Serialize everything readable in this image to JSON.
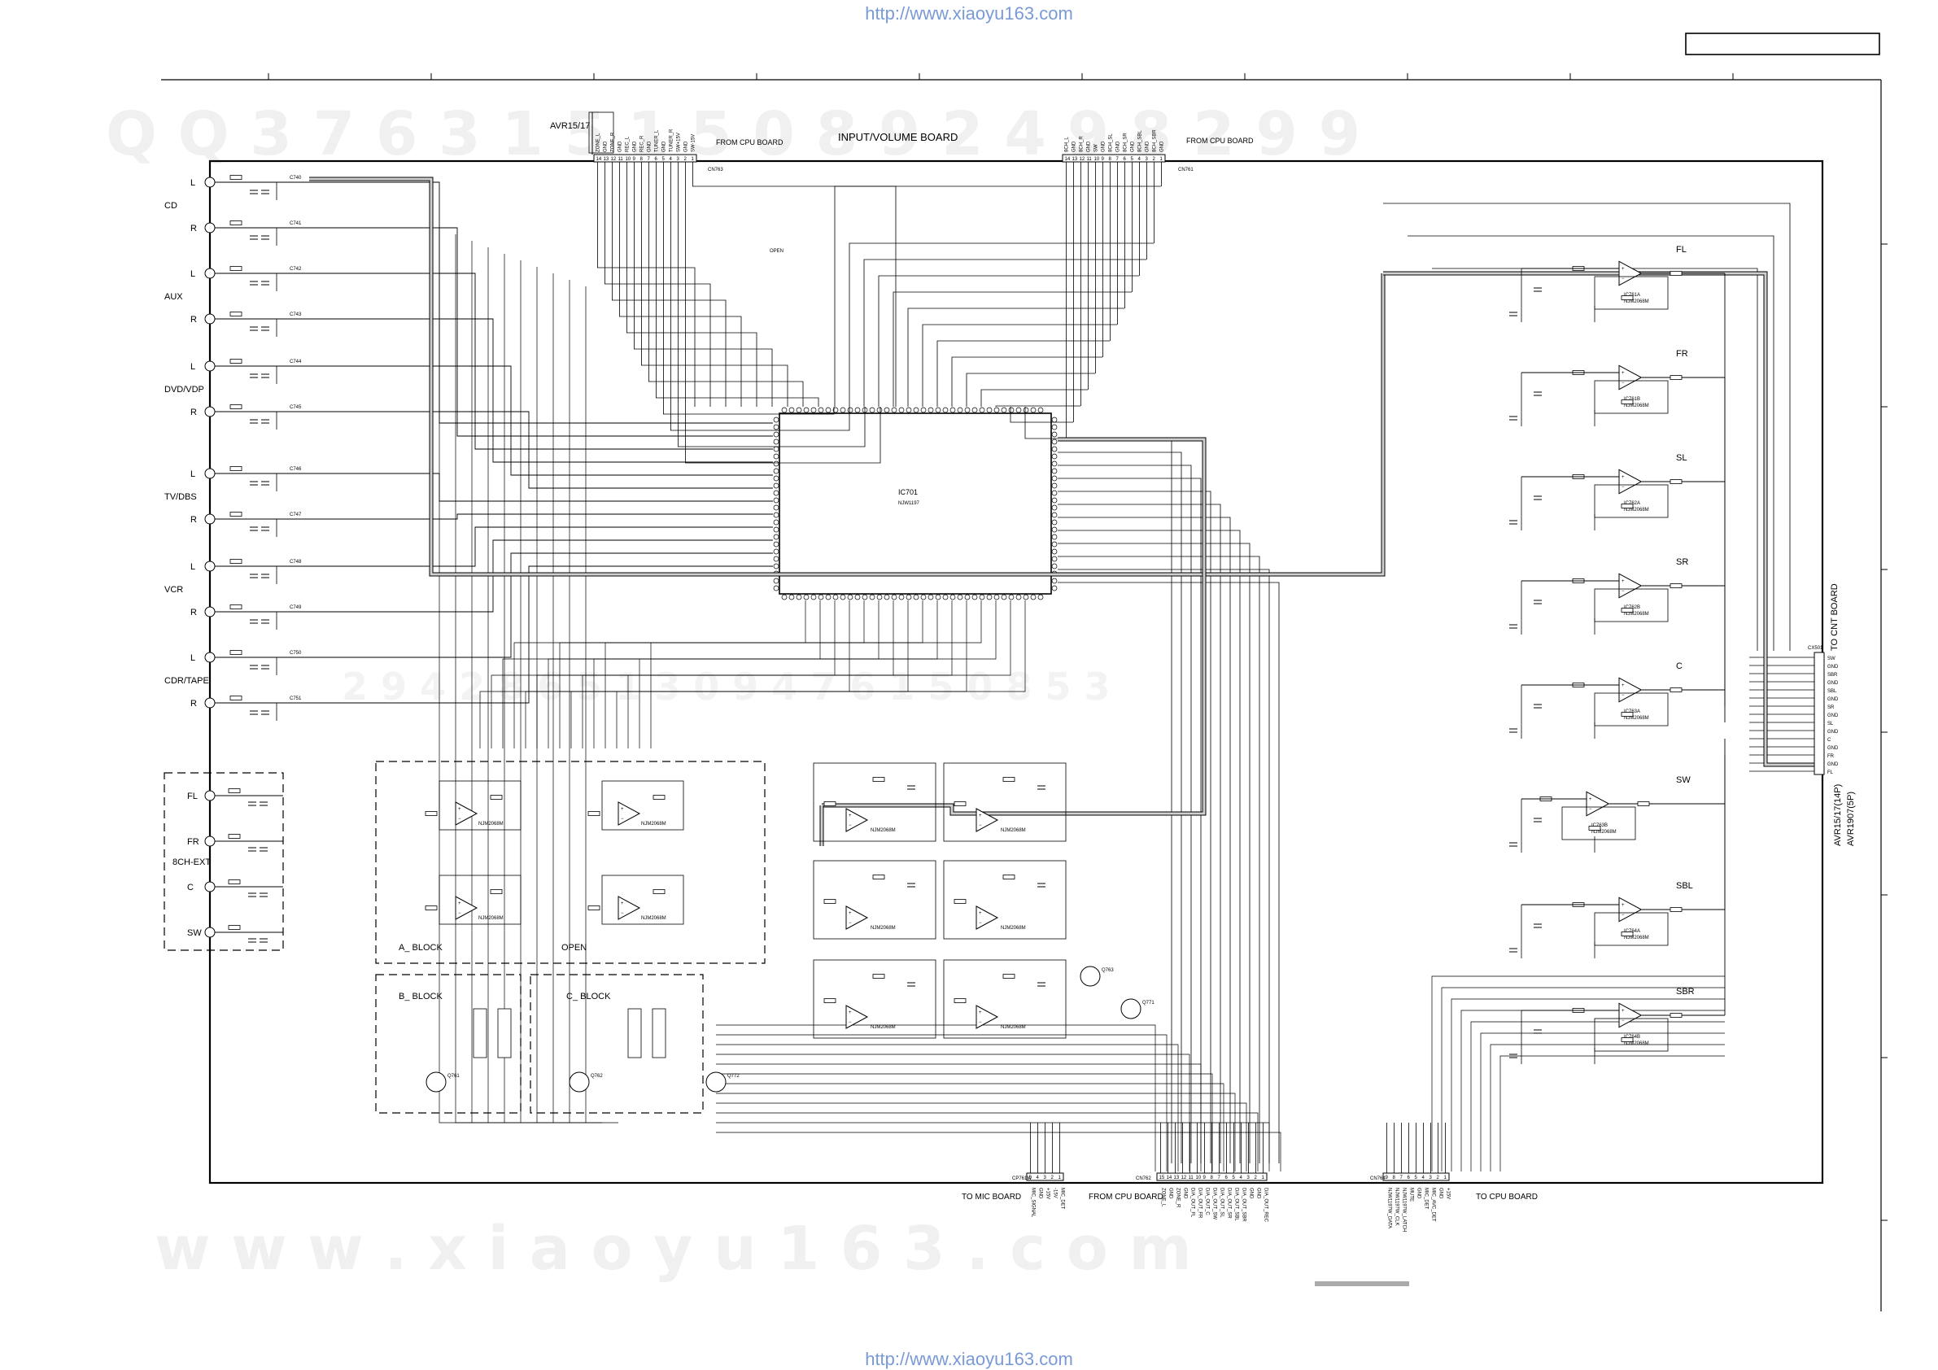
{
  "watermark": {
    "url": "http://www.xiaoyu163.com",
    "top_digits": "Q Q 3 7 6 3 1 5 1 5 0 8 9 2 4 9 8 2 9 9",
    "mid_digits": "2 9 4 2 8 6 5 1 3 0 9 4 7 6 1 5 0 8 5 3",
    "bottom_text": "w w w . x i a o y u 1 6 3 . c o m"
  },
  "board": {
    "title": "INPUT/VOLUME BOARD",
    "model_label": "AVR15/17",
    "from_cpu_board": "FROM CPU BOARD",
    "to_mic_board": "TO MIC BOARD",
    "to_cpu_board": "TO CPU BOARD",
    "to_cnt_board": "TO CNT BOARD",
    "cnt_models": [
      "AVR15/17(14P)",
      "AVR1907(5P)"
    ],
    "connectors": {
      "cn_top_left": "CN763",
      "cn_top_right": "CN761",
      "cn_mic": "CP761W",
      "cn_cpu_a": "CN762",
      "cn_cpu_b": "CN764",
      "cn_cnt": "CX501"
    }
  },
  "ic": {
    "name": "IC701",
    "part": "NJW1197"
  },
  "inputs": [
    {
      "name": "CD",
      "channels": [
        "L",
        "R"
      ]
    },
    {
      "name": "AUX",
      "channels": [
        "L",
        "R"
      ]
    },
    {
      "name": "DVD/VDP",
      "channels": [
        "L",
        "R"
      ]
    },
    {
      "name": "TV/DBS",
      "channels": [
        "L",
        "R"
      ]
    },
    {
      "name": "VCR",
      "channels": [
        "L",
        "R"
      ]
    },
    {
      "name": "CDR/TAPE",
      "channels": [
        "L",
        "R"
      ]
    }
  ],
  "ext_block": {
    "label": "8CH-EXT",
    "channels": [
      "FL",
      "FR",
      "C",
      "SW"
    ]
  },
  "blocks": {
    "a": "A_ BLOCK",
    "b": "B_ BLOCK",
    "c": "C_ BLOCK",
    "open": "OPEN",
    "open_small": "OPEN"
  },
  "outputs": [
    {
      "name": "FL",
      "ic": "IC761A",
      "part": "NJM2068M"
    },
    {
      "name": "FR",
      "ic": "IC761B",
      "part": "NJM2068M"
    },
    {
      "name": "SL",
      "ic": "IC762A",
      "part": "NJM2068M"
    },
    {
      "name": "SR",
      "ic": "IC762B",
      "part": "NJM2068M"
    },
    {
      "name": "C",
      "ic": "IC763A",
      "part": "NJM2068M"
    },
    {
      "name": "SW",
      "ic": "IC763B",
      "part": "NJM2068M"
    },
    {
      "name": "SBL",
      "ic": "IC764A",
      "part": "NJM2068M"
    },
    {
      "name": "SBR",
      "ic": "IC764B",
      "part": "NJM2068M"
    }
  ],
  "cnt_pins": [
    "SW",
    "GND",
    "SBR",
    "GND",
    "SBL",
    "GND",
    "SR",
    "GND",
    "SL",
    "GND",
    "C",
    "GND",
    "FR",
    "GND",
    "FL"
  ],
  "mic_pins": [
    "MIC_SIGNAL",
    "GND",
    "+15V",
    "-15V",
    "MIC_DET"
  ],
  "cpu_a_pins": [
    "ZONE_L",
    "GND",
    "ZONE_R",
    "GND",
    "D/A_OUT_FL",
    "D/A_OUT_FR",
    "D/A_OUT_C",
    "D/A_OUT_SW",
    "D/A_OUT_SL",
    "D/A_OUT_SR",
    "D/A_OUT_SBL",
    "D/A_OUT_SBR",
    "GND",
    "GND",
    "D/A_OUT_REC"
  ],
  "cpu_b_pins": [
    "NJW1197W_DATA",
    "NJW1197W_CLK",
    "NJW1197W_LATCH",
    "MUTE",
    "GND",
    "MIC_DET",
    "MIC_AVC_DET",
    "GND",
    "+15V"
  ],
  "top_left_pins": [
    "ZONE_L",
    "GND",
    "ZONE_R",
    "GND",
    "REC_L",
    "GND",
    "REC_R",
    "GND",
    "TUNER_L",
    "GND",
    "TUNER_R",
    "SW+15V",
    "GND",
    "SW-15V"
  ],
  "top_right_pins": [
    "8CH_L",
    "GND",
    "8CH_R",
    "GND",
    "SW",
    "GND",
    "8CH_SL",
    "GND",
    "8CH_SR",
    "GND",
    "8CH_SBL",
    "GND",
    "8CH_SBR",
    "GND"
  ],
  "small_ic_parts": [
    "NJM2068M",
    "NJM2068M",
    "NJM2068M",
    "NJM2068M",
    "NJM2068M",
    "NJM2068M"
  ],
  "transistors": [
    "Q761",
    "Q762",
    "Q763",
    "Q771",
    "Q772"
  ]
}
